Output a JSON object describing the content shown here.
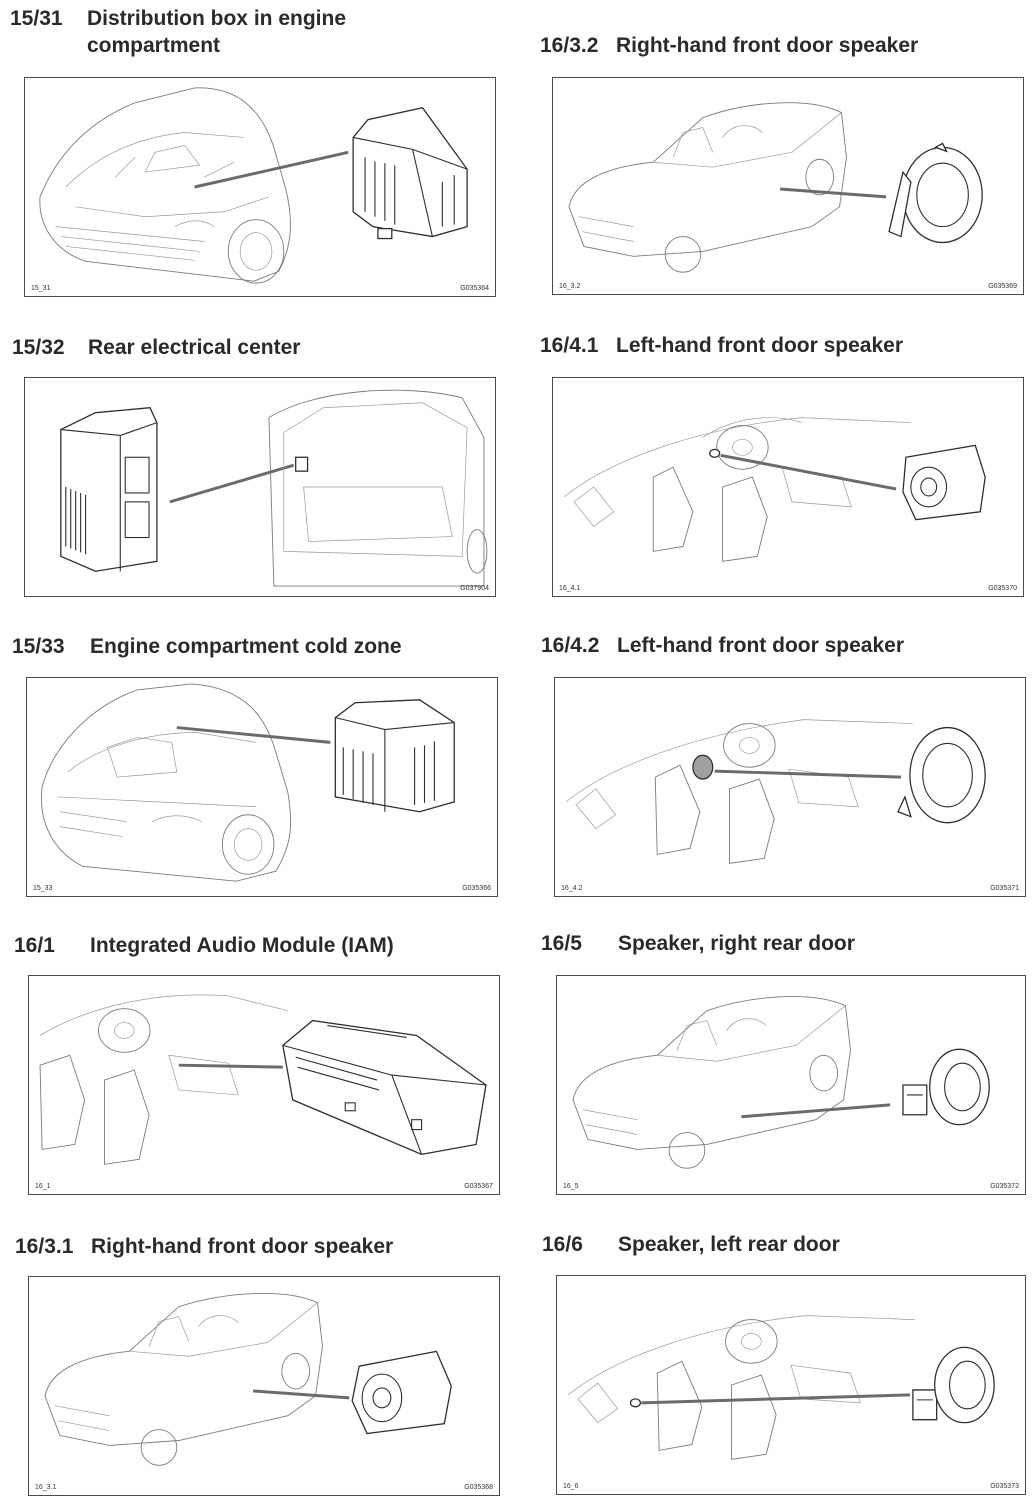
{
  "panels": [
    {
      "code": "15/31",
      "title_line1": "Distribution box in engine",
      "title_line2": "compartment",
      "label_left": "15_31",
      "label_right": "G035364"
    },
    {
      "code": "16/3.2",
      "title_line1": "Right-hand front door speaker",
      "title_line2": "",
      "label_left": "16_3.2",
      "label_right": "G035369"
    },
    {
      "code": "15/32",
      "title_line1": "Rear electrical center",
      "title_line2": "",
      "label_left": "",
      "label_right": "G037904"
    },
    {
      "code": "16/4.1",
      "title_line1": "Left-hand front door speaker",
      "title_line2": "",
      "label_left": "16_4.1",
      "label_right": "G035370"
    },
    {
      "code": "15/33",
      "title_line1": "Engine compartment cold zone",
      "title_line2": "",
      "label_left": "15_33",
      "label_right": "G035366"
    },
    {
      "code": "16/4.2",
      "title_line1": "Left-hand front door speaker",
      "title_line2": "",
      "label_left": "16_4.2",
      "label_right": "G035371"
    },
    {
      "code": "16/1",
      "title_line1": "Integrated Audio Module (IAM)",
      "title_line2": "",
      "label_left": "16_1",
      "label_right": "G035367"
    },
    {
      "code": "16/5",
      "title_line1": "Speaker, right rear door",
      "title_line2": "",
      "label_left": "16_5",
      "label_right": "G035372"
    },
    {
      "code": "16/3.1",
      "title_line1": "Right-hand front door speaker",
      "title_line2": "",
      "label_left": "16_3.1",
      "label_right": "G035368"
    },
    {
      "code": "16/6",
      "title_line1": "Speaker, left rear door",
      "title_line2": "",
      "label_left": "16_6",
      "label_right": "G035373"
    }
  ]
}
